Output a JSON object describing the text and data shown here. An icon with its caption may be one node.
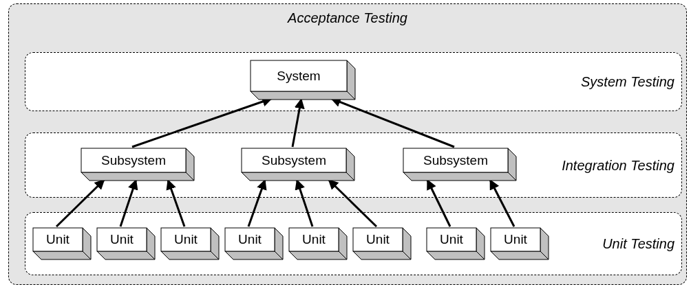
{
  "diagram": {
    "nodes": [
      {
        "text": [
          "Acceptance Testing"
        ]
      },
      {
        "text": [
          "System Testing"
        ],
        "in": 0
      },
      {
        "text": [
          "System"
        ],
        "in": 1
      },
      {
        "text": [
          "Integration Testing"
        ],
        "in": 0
      },
      {
        "text": [
          "Subsystem"
        ],
        "in": 3
      },
      {
        "text": [
          "Subsystem"
        ],
        "in": 3
      },
      {
        "text": [
          "Subsystem"
        ],
        "in": 3
      },
      {
        "text": [
          "Unit Testing"
        ],
        "in": 0
      },
      {
        "text": [
          "Unit"
        ],
        "in": 7
      },
      {
        "text": [
          "Unit"
        ],
        "in": 7
      },
      {
        "text": [
          "Unit"
        ],
        "in": 7
      },
      {
        "text": [
          "Unit"
        ],
        "in": 7
      },
      {
        "text": [
          "Unit"
        ],
        "in": 7
      },
      {
        "text": [
          "Unit"
        ],
        "in": 7
      },
      {
        "text": [
          "Unit"
        ],
        "in": 7
      },
      {
        "text": [
          "Unit"
        ],
        "in": 7
      }
    ],
    "edges": [
      {
        "from": 4,
        "to": 2,
        "arrow": "to"
      },
      {
        "from": 5,
        "to": 2,
        "arrow": "to"
      },
      {
        "from": 6,
        "to": 2,
        "arrow": "to"
      },
      {
        "from": 8,
        "to": 4,
        "arrow": "to"
      },
      {
        "from": 9,
        "to": 4,
        "arrow": "to"
      },
      {
        "from": 10,
        "to": 4,
        "arrow": "to"
      },
      {
        "from": 11,
        "to": 5,
        "arrow": "to"
      },
      {
        "from": 12,
        "to": 5,
        "arrow": "to"
      },
      {
        "from": 13,
        "to": 5,
        "arrow": "to"
      },
      {
        "from": 14,
        "to": 6,
        "arrow": "to"
      },
      {
        "from": 15,
        "to": 6,
        "arrow": "to"
      }
    ]
  }
}
